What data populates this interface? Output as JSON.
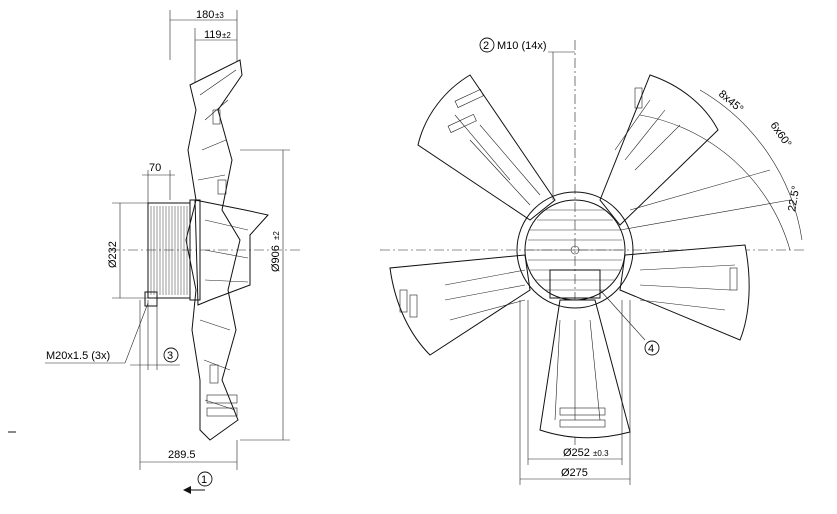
{
  "side_view": {
    "dims": {
      "overall_depth": "180",
      "overall_depth_tol": "±3",
      "blade_depth": "119",
      "blade_depth_tol": "±2",
      "motor_width": "70",
      "motor_diameter": "Ø232",
      "fan_diameter": "Ø906",
      "fan_diameter_tol": "±2",
      "cable_gland": "M20x1.5 (3x)",
      "base_width": "289.5"
    },
    "callouts": {
      "flow_direction": "1",
      "item_3": "3"
    }
  },
  "front_view": {
    "dims": {
      "mount_thread": "M10 (14x)",
      "angle_a": "8x45°",
      "angle_b": "6x60°",
      "angle_c": "22.5°",
      "bolt_circle": "Ø252",
      "bolt_circle_tol": "±0.3",
      "hub_diameter": "Ø275"
    },
    "callouts": {
      "item_2": "2",
      "item_4": "4"
    }
  }
}
